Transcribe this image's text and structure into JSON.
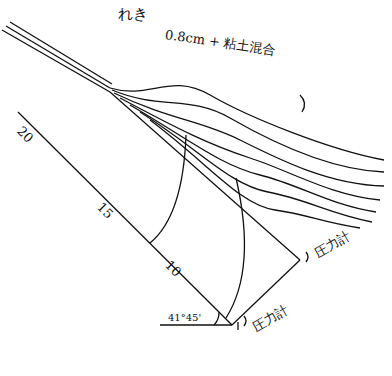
{
  "diagram": {
    "title": "れき",
    "labels": [
      "0.8cm + 粘土混合",
      "20",
      "15",
      "10",
      "41°45'",
      "圧力計",
      "圧力計"
    ]
  }
}
